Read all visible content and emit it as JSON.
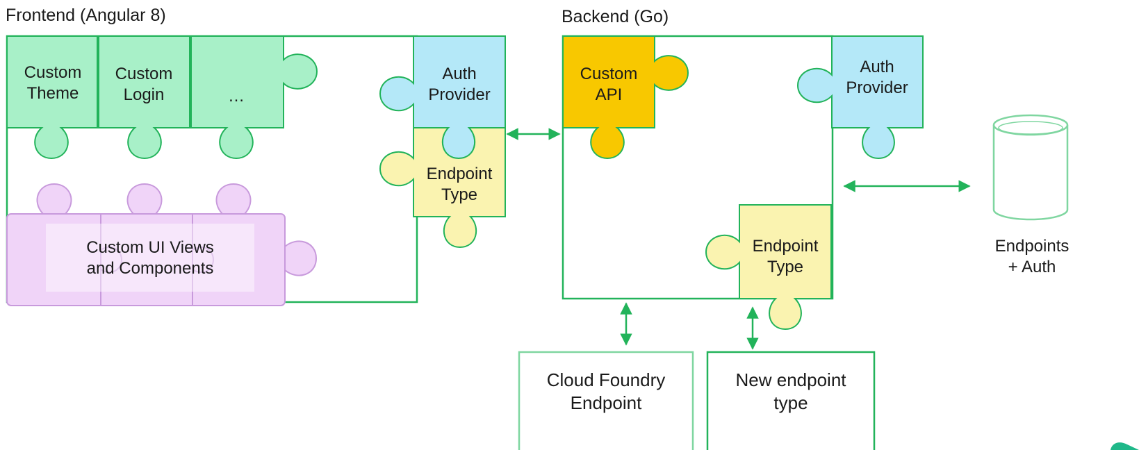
{
  "titles": {
    "frontend": "Frontend (Angular 8)",
    "backend": "Backend (Go)"
  },
  "frontend": {
    "custom_theme": "Custom\nTheme",
    "custom_login": "Custom\nLogin",
    "more": "…",
    "custom_ui": "Custom UI Views\nand Components",
    "auth_provider": "Auth\nProvider",
    "endpoint_type": "Endpoint\nType"
  },
  "backend": {
    "custom_api": "Custom\nAPI",
    "auth_provider": "Auth\nProvider",
    "endpoint_type": "Endpoint\nType"
  },
  "database": {
    "label": "Endpoints\n+ Auth"
  },
  "endpoints": {
    "cloud_foundry": "Cloud Foundry\nEndpoint",
    "new_type": "New endpoint\ntype"
  },
  "colors": {
    "green_line": "#22b35a",
    "green_fill": "#a8f0c8",
    "purple_fill": "#f0d4f8",
    "purple_line": "#c89adc",
    "blue_fill": "#b4e8f8",
    "yellow_fill": "#faf3b0",
    "gold_fill": "#f8c800"
  }
}
